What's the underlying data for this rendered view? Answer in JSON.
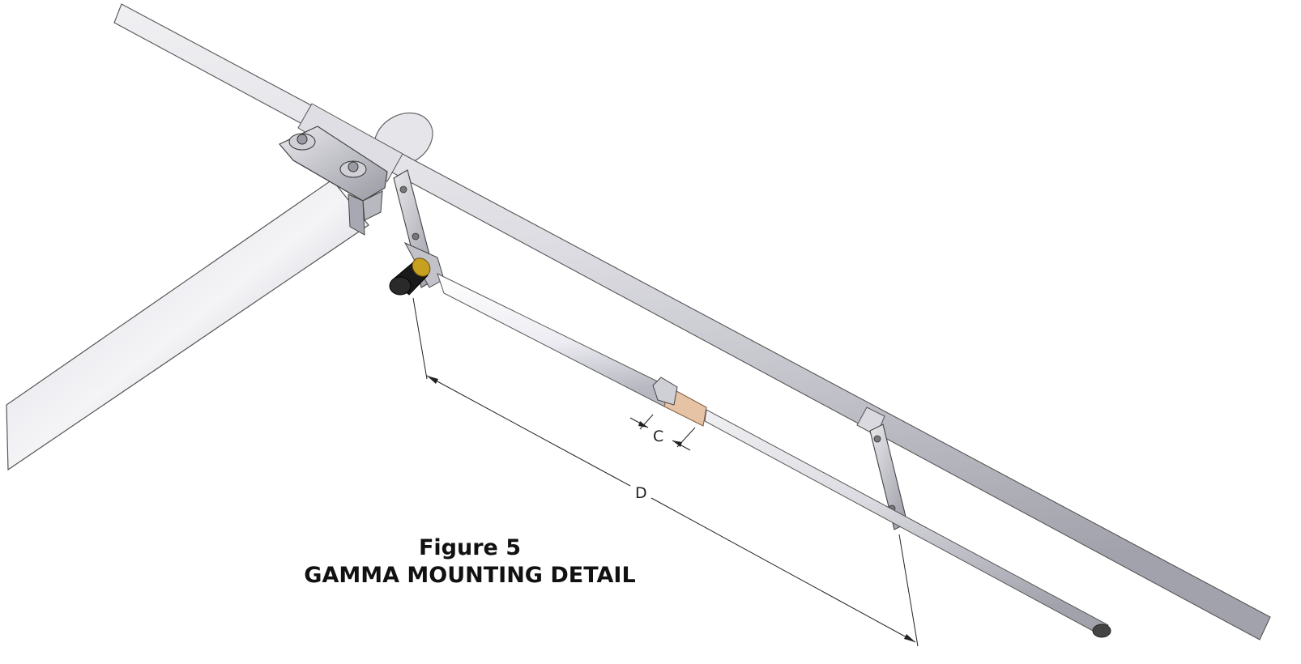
{
  "figure": {
    "number": "Figure 5",
    "title": "GAMMA MOUNTING DETAIL"
  },
  "dimensions": {
    "c_label": "C",
    "d_label": "D"
  },
  "colors": {
    "tube_light": "#f2f2f5",
    "tube_mid": "#cfcfd6",
    "tube_dark": "#8e8e98",
    "insulator": "#e7c3a6",
    "connector_gold": "#c8a020",
    "connector_black": "#1a1a1a",
    "line": "#222222"
  }
}
